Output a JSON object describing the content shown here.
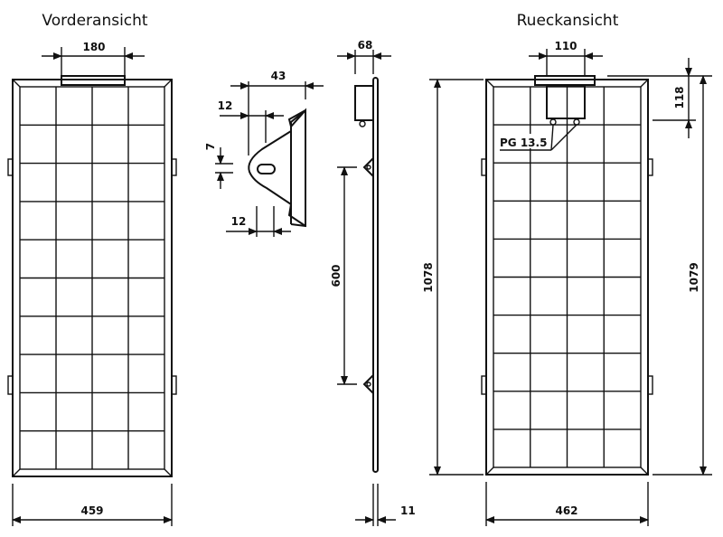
{
  "titles": {
    "front": "Vorderansicht",
    "back": "Rueckansicht"
  },
  "dimensions": {
    "front_box_width": "180",
    "front_width": "459",
    "bracket_depth": "43",
    "bracket_offset_top": "12",
    "bracket_hole_height": "7",
    "bracket_offset_bottom": "12",
    "side_depth": "68",
    "bracket_spacing": "600",
    "frame_thickness": "11",
    "back_height_left": "1078",
    "back_height_right": "1079",
    "back_box_height": "118",
    "back_box_width": "110",
    "back_width": "462"
  },
  "labels": {
    "cable_gland": "PG 13.5"
  },
  "grid": {
    "columns": 4,
    "rows": 10
  }
}
